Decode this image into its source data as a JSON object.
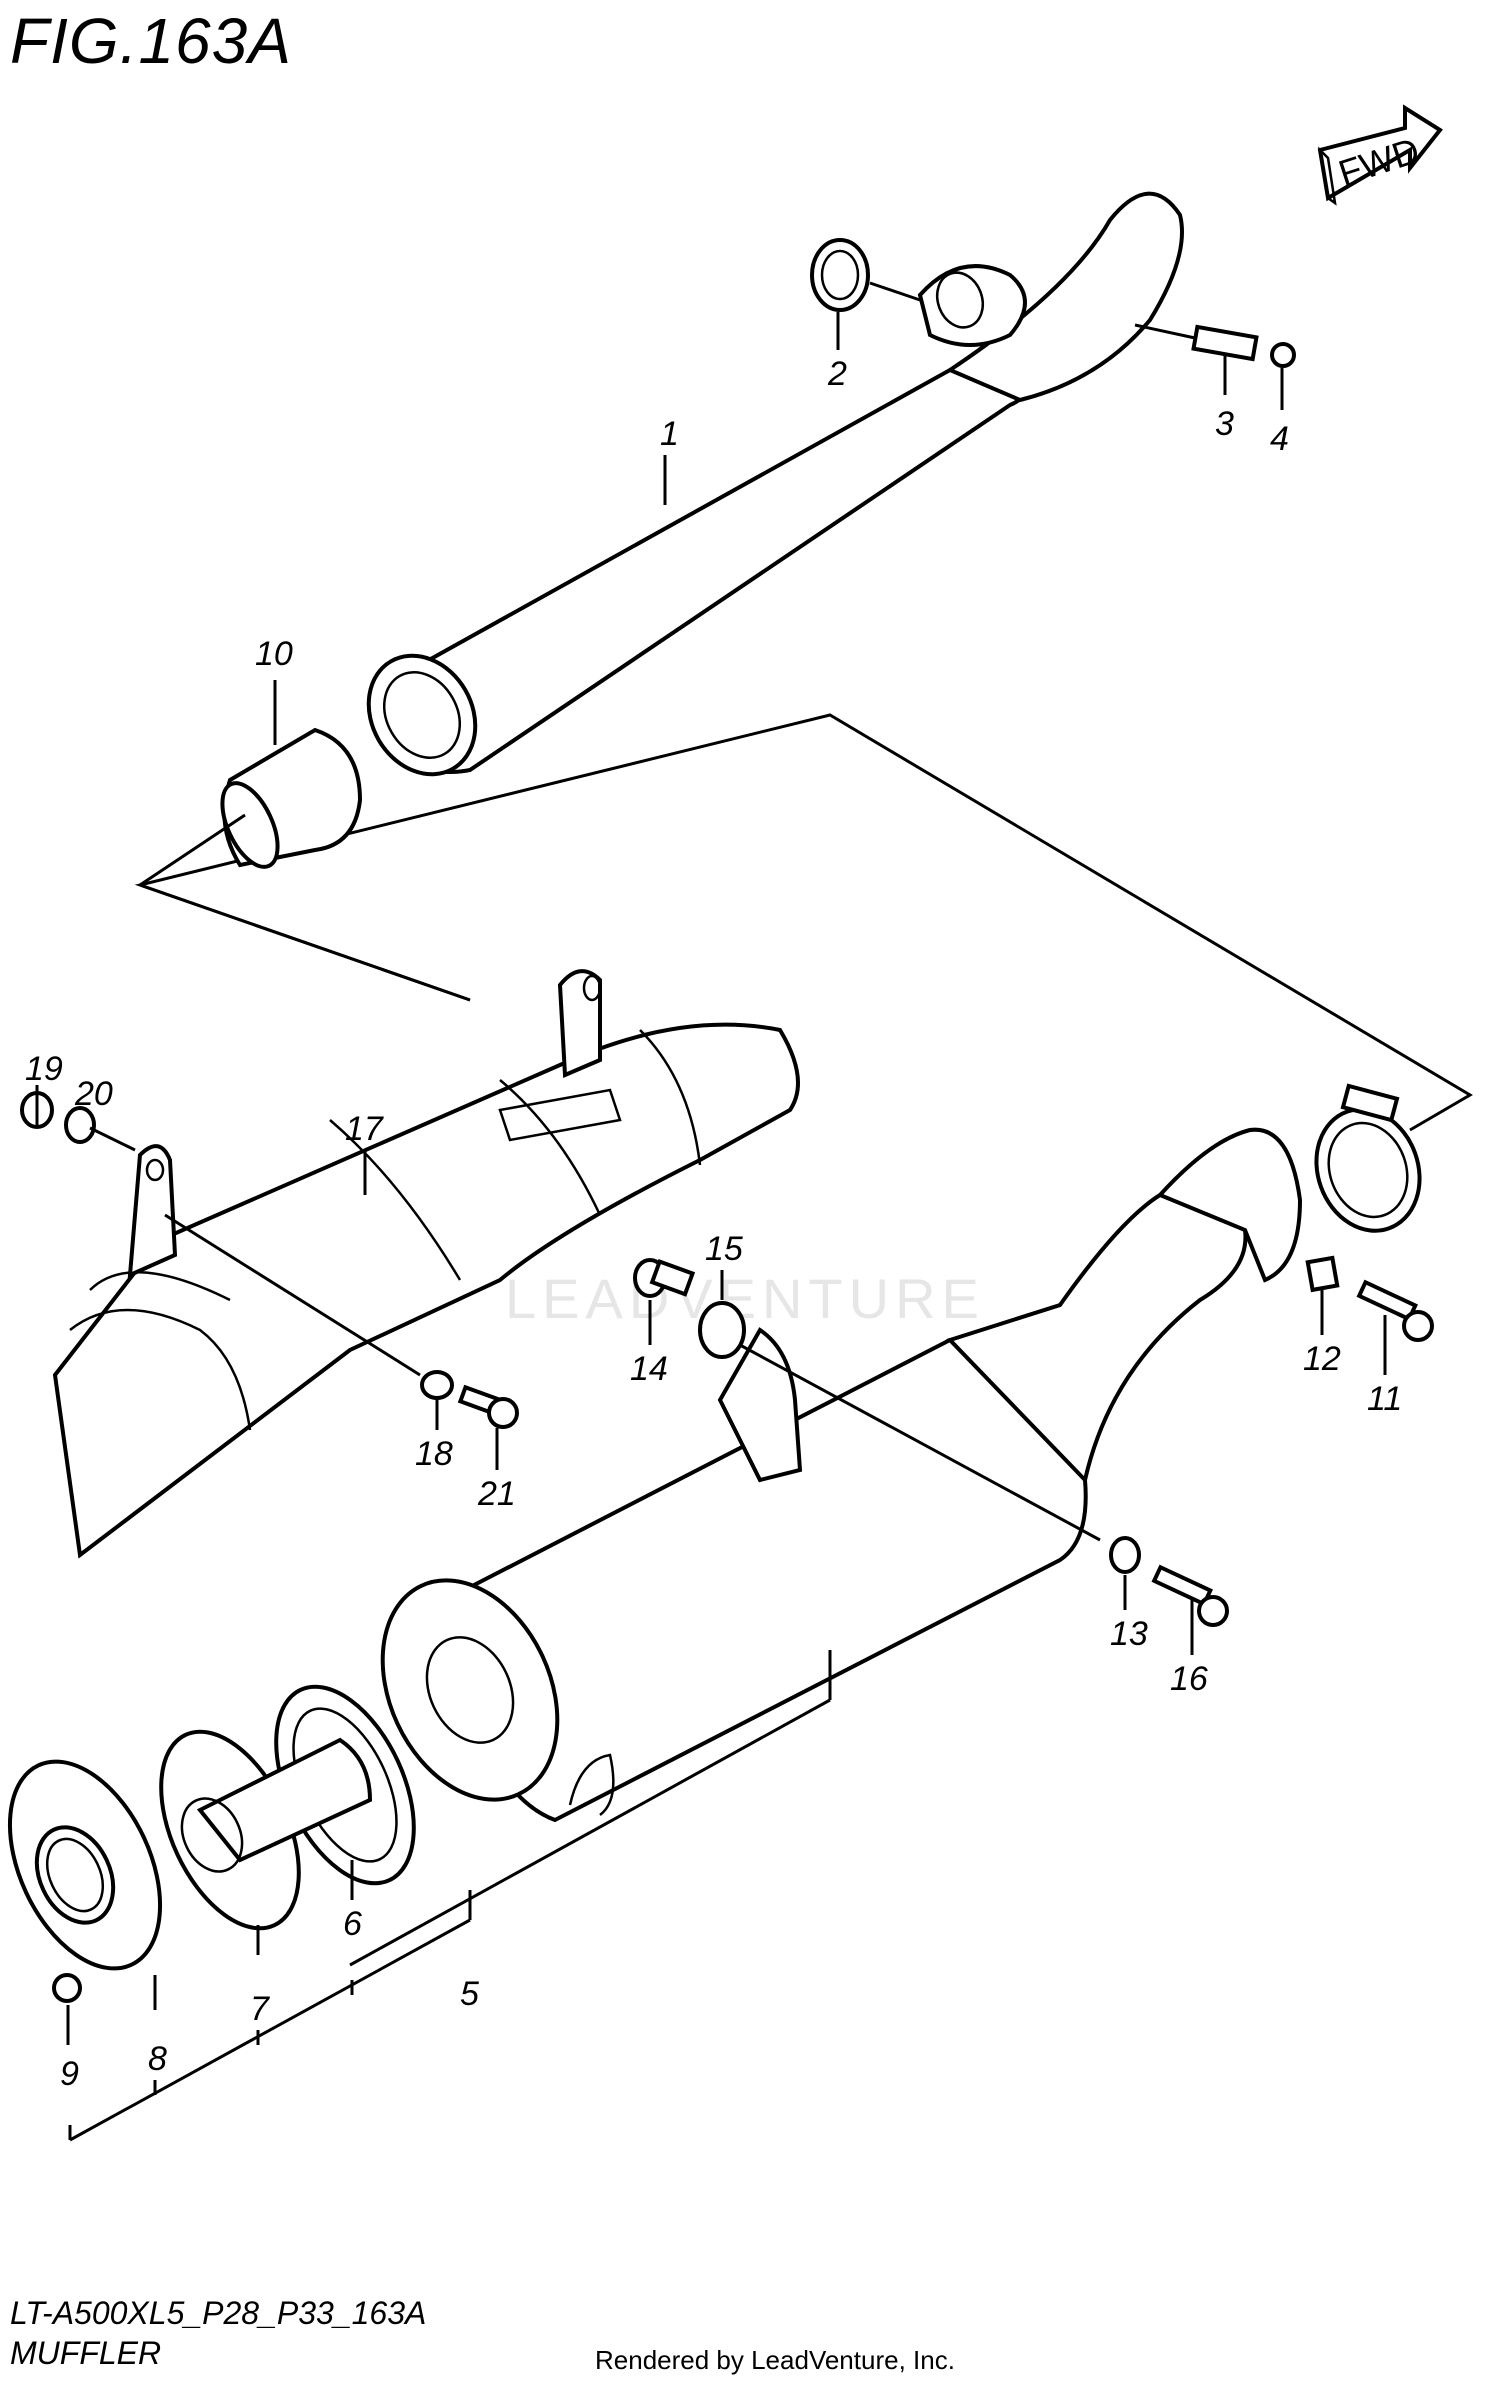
{
  "figure": {
    "title": "FIG.163A"
  },
  "fwd_label": "FWD",
  "watermark": "LEADVENTURE",
  "footer": {
    "code": "LT-A500XL5_P28_P33_163A",
    "name": "MUFFLER"
  },
  "credit": "Rendered by LeadVenture, Inc.",
  "callouts": {
    "p1": "1",
    "p2": "2",
    "p3": "3",
    "p4": "4",
    "p5": "5",
    "p6": "6",
    "p7": "7",
    "p8": "8",
    "p9": "9",
    "p10": "10",
    "p11": "11",
    "p12": "12",
    "p13": "13",
    "p14": "14",
    "p15": "15",
    "p16": "16",
    "p17": "17",
    "p18": "18",
    "p19": "19",
    "p20": "20",
    "p21": "21"
  }
}
